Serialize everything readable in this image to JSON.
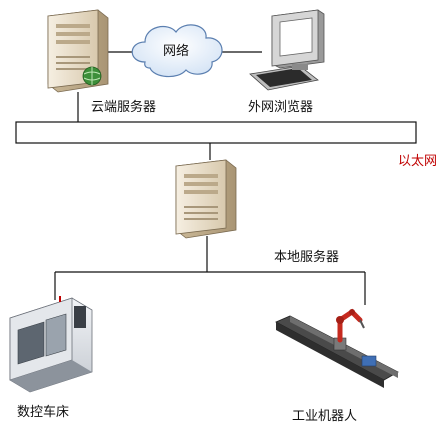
{
  "labels": {
    "network": "网络",
    "cloud_server": "云端服务器",
    "web_browser": "外网浏览器",
    "ethernet": "以太网",
    "local_server": "本地服务器",
    "cnc_lathe": "数控车床",
    "industrial_robot": "工业机器人"
  },
  "colors": {
    "line": "#111111",
    "ethernet_label": "#c00000",
    "server_body": "#e9ddc8",
    "cloud_fill": "#e8f1fb",
    "cloud_stroke": "#5b7fb0",
    "robot_arm": "#c62a1f"
  }
}
